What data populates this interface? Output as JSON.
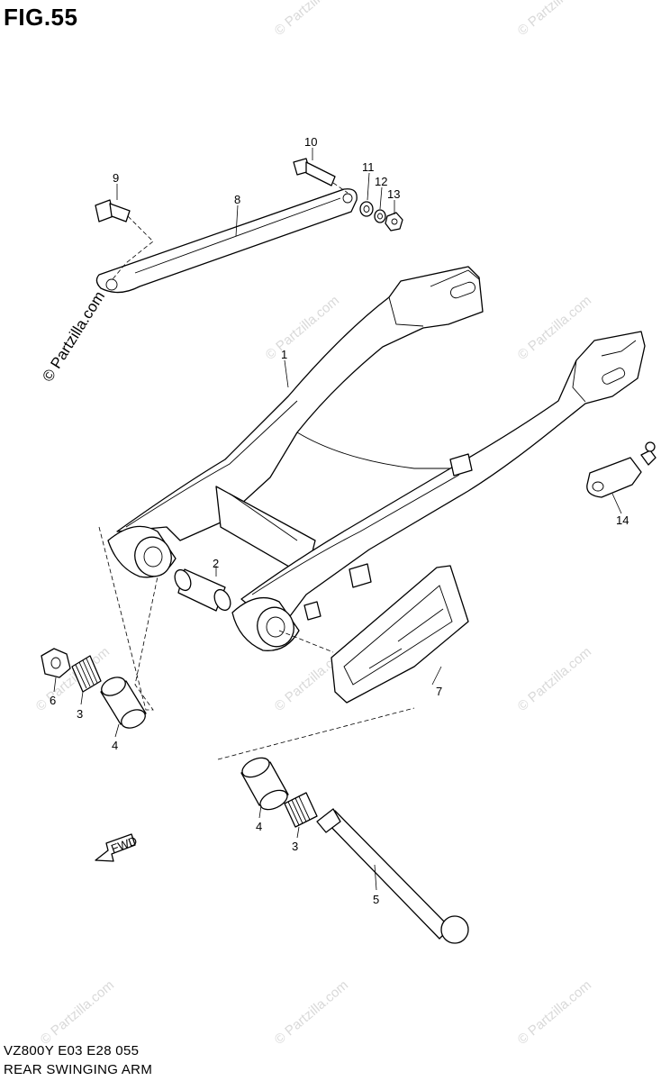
{
  "header": {
    "figure": "FIG.55"
  },
  "footer": {
    "model_line": "VZ800Y E03 E28 055",
    "section": "REAR SWINGING ARM"
  },
  "callouts": [
    {
      "id": "c1",
      "text": "1"
    },
    {
      "id": "c2",
      "text": "2"
    },
    {
      "id": "c3a",
      "text": "3"
    },
    {
      "id": "c3b",
      "text": "3"
    },
    {
      "id": "c4a",
      "text": "4"
    },
    {
      "id": "c4b",
      "text": "4"
    },
    {
      "id": "c5",
      "text": "5"
    },
    {
      "id": "c6",
      "text": "6"
    },
    {
      "id": "c7",
      "text": "7"
    },
    {
      "id": "c8",
      "text": "8"
    },
    {
      "id": "c9",
      "text": "9"
    },
    {
      "id": "c10",
      "text": "10"
    },
    {
      "id": "c11",
      "text": "11"
    },
    {
      "id": "c12",
      "text": "12"
    },
    {
      "id": "c13",
      "text": "13"
    },
    {
      "id": "c14",
      "text": "14"
    }
  ],
  "fwd_label": "FWD",
  "watermark": {
    "text": "© Partzilla.com",
    "color": "#d9d9d9"
  }
}
